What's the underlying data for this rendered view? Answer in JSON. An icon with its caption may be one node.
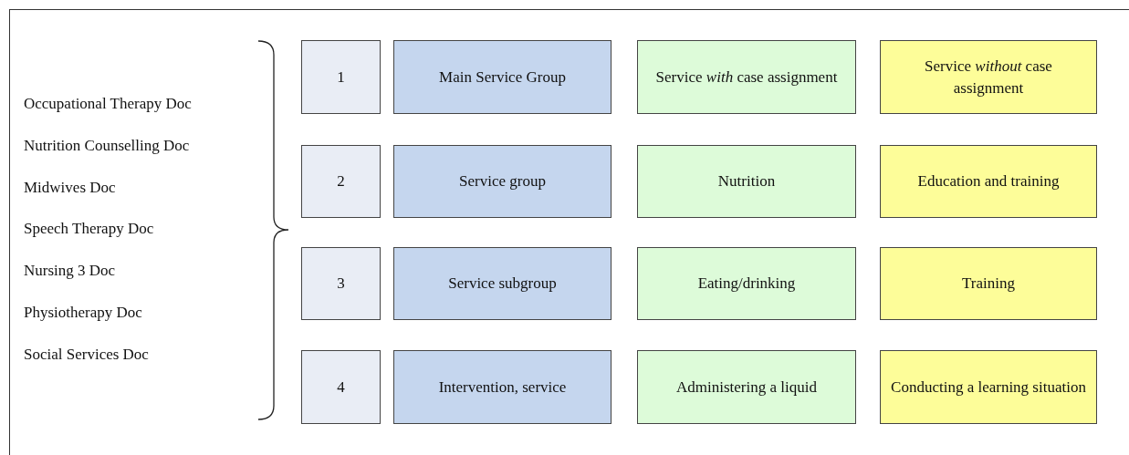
{
  "diagram": {
    "nodes": [
      {
        "text": [
          "1"
        ]
      },
      {
        "text": [
          "Main Service Group"
        ]
      },
      {
        "text": [
          "Service *with* case assignment"
        ]
      },
      {
        "text": [
          "Service *without* case assignment"
        ]
      },
      {
        "text": [
          "2"
        ]
      },
      {
        "text": [
          "Service group"
        ]
      },
      {
        "text": [
          "Nutrition"
        ]
      },
      {
        "text": [
          "Education and training"
        ]
      },
      {
        "text": [
          "3"
        ]
      },
      {
        "text": [
          "Service subgroup"
        ]
      },
      {
        "text": [
          "Eating/drinking"
        ]
      },
      {
        "text": [
          "Training"
        ]
      },
      {
        "text": [
          "4"
        ]
      },
      {
        "text": [
          "Intervention, service"
        ]
      },
      {
        "text": [
          "Administering a liquid"
        ]
      },
      {
        "text": [
          "Conducting a learning situation"
        ]
      }
    ],
    "labels": [
      "Occupational Therapy Doc",
      "Nutrition Counselling Doc",
      "Midwives Doc",
      "Speech Therapy Doc",
      "Nursing 3 Doc",
      "Physiotherapy Doc",
      "Social Services Doc"
    ]
  }
}
